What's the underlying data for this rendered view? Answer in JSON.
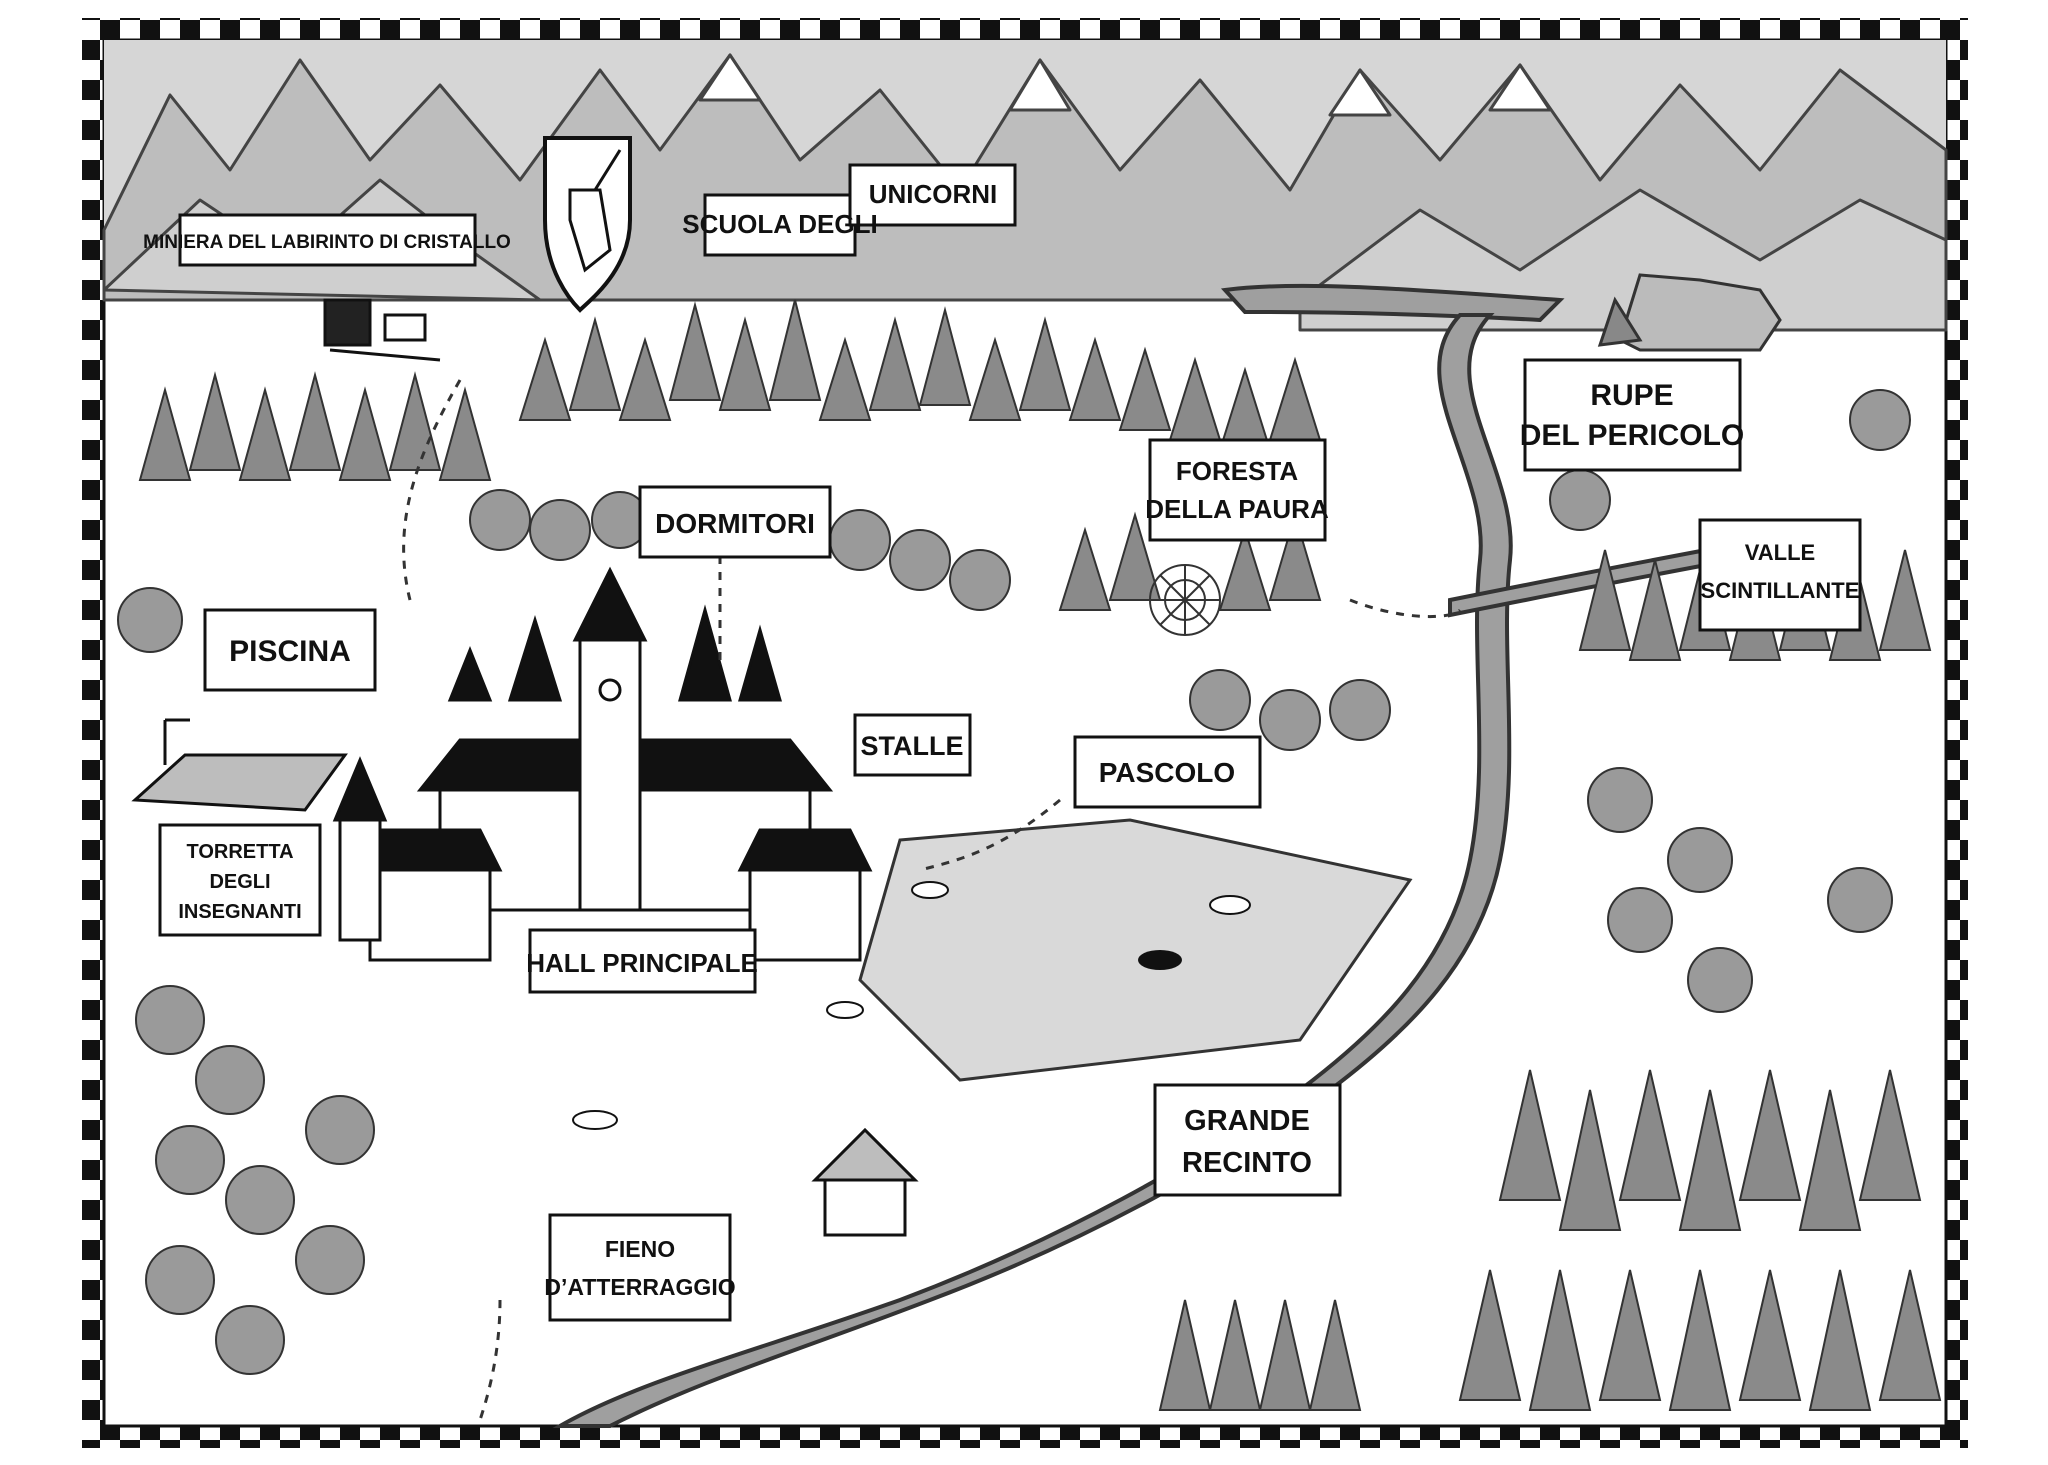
{
  "map": {
    "labels": {
      "school": [
        "SCUOLA DEGLI",
        "UNICORNI"
      ],
      "mine": "MINIERA DEL LABIRINTO DI CRISTALLO",
      "dorms": "DORMITORI",
      "pool": "PISCINA",
      "stables": "STALLE",
      "pasture": "PASCOLO",
      "fear_forest": [
        "FORESTA",
        "DELLA PAURA"
      ],
      "danger_cliff": [
        "RUPE",
        "DEL PERICOLO"
      ],
      "sparkle_valley": [
        "VALLE",
        "SCINTILLANTE"
      ],
      "teachers_tower": [
        "TORRETTA",
        "DEGLI",
        "INSEGNANTI"
      ],
      "main_hall": "HALL PRINCIPALE",
      "landing_hay": [
        "FIENO",
        "D’ATTERRAGGIO"
      ],
      "great_paddock": [
        "GRANDE",
        "RECINTO"
      ]
    },
    "icons": [
      "unicorn-crest-icon",
      "castle-icon",
      "mine-cart-icon",
      "spider-web-icon",
      "hay-hut-icon",
      "rider-icon"
    ],
    "colors": {
      "ink": "#111111",
      "mountain": "#bdbdbd",
      "tree": "#8a8a8a",
      "ground": "#ffffff",
      "field": "#d9d9d9"
    }
  }
}
